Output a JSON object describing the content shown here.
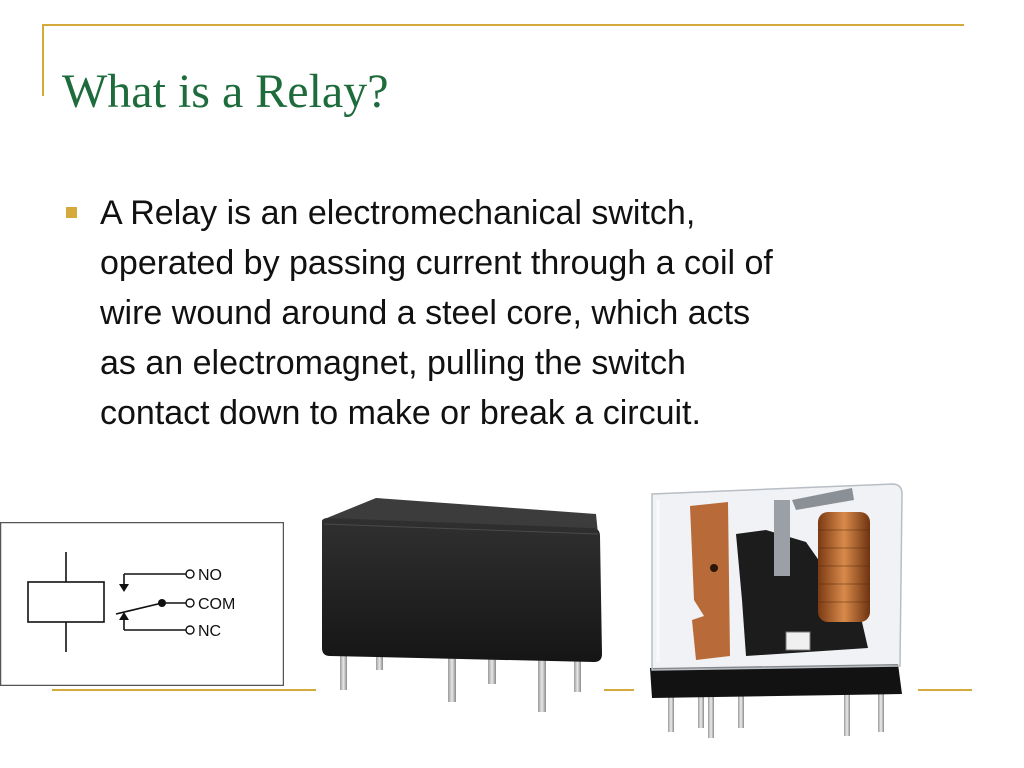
{
  "slide": {
    "title": "What is a Relay?",
    "bullet": "A Relay is an electromechanical switch,\noperated by passing current through a coil of\nwire wound around a steel core, which acts\nas an electromagnet, pulling the switch\ncontact down to make or break a circuit."
  },
  "diagram": {
    "labels": {
      "no": "NO",
      "com": "COM",
      "nc": "NC"
    }
  },
  "colors": {
    "title": "#1e6b3c",
    "accent": "#d4aa3c",
    "text": "#111111"
  }
}
